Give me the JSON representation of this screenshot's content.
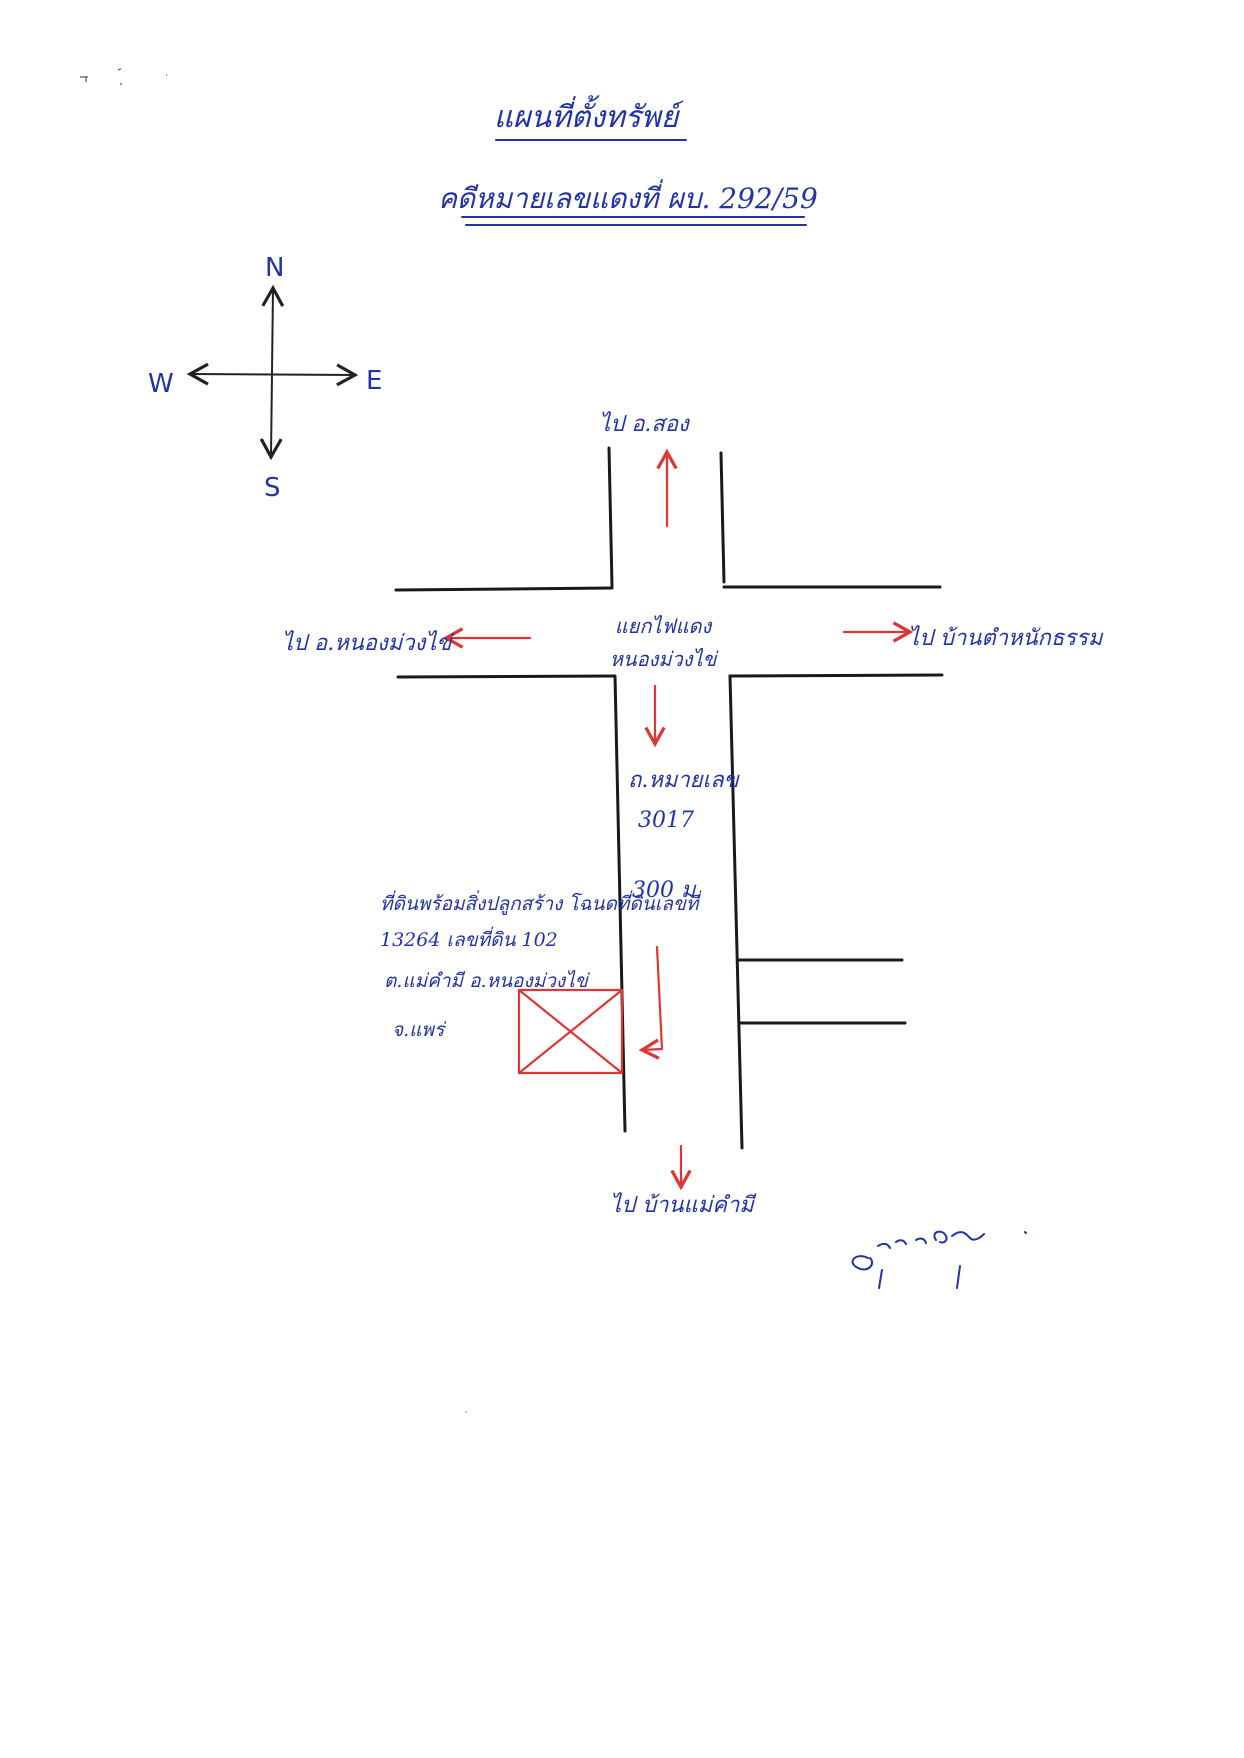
{
  "title": "แผนที่ตั้งทรัพย์",
  "case_line": "คดีหมายเลขแดงที่ ผบ. 292/59",
  "compass": {
    "north": "N",
    "south": "S",
    "east": "E",
    "west": "W"
  },
  "directions": {
    "north": "ไป อ.สอง",
    "west": "ไป อ.หนองม่วงไข่",
    "east": "ไป บ้านตำหนักธรรม",
    "south": "ไป บ้านแม่คำมี"
  },
  "intersection": {
    "line1": "แยกไฟแดง",
    "line2": "หนองม่วงไข่"
  },
  "road": {
    "name": "ถ.หมายเลข",
    "number": "3017",
    "distance": "300 ม."
  },
  "property": {
    "line1": "ที่ดินพร้อมสิ่งปลูกสร้าง โฉนดที่ดินเลขที่",
    "line2": "13264 เลขที่ดิน 102",
    "line3": "ต.แม่คำมี อ.หนองม่วงไข่",
    "line4": "จ.แพร่"
  },
  "colors": {
    "ink": "#2233a8",
    "marker": "#e03535",
    "road": "#1a1a1a"
  },
  "icons": {
    "property_marker": "boxed-x-icon",
    "signature": "handwritten-signature"
  }
}
